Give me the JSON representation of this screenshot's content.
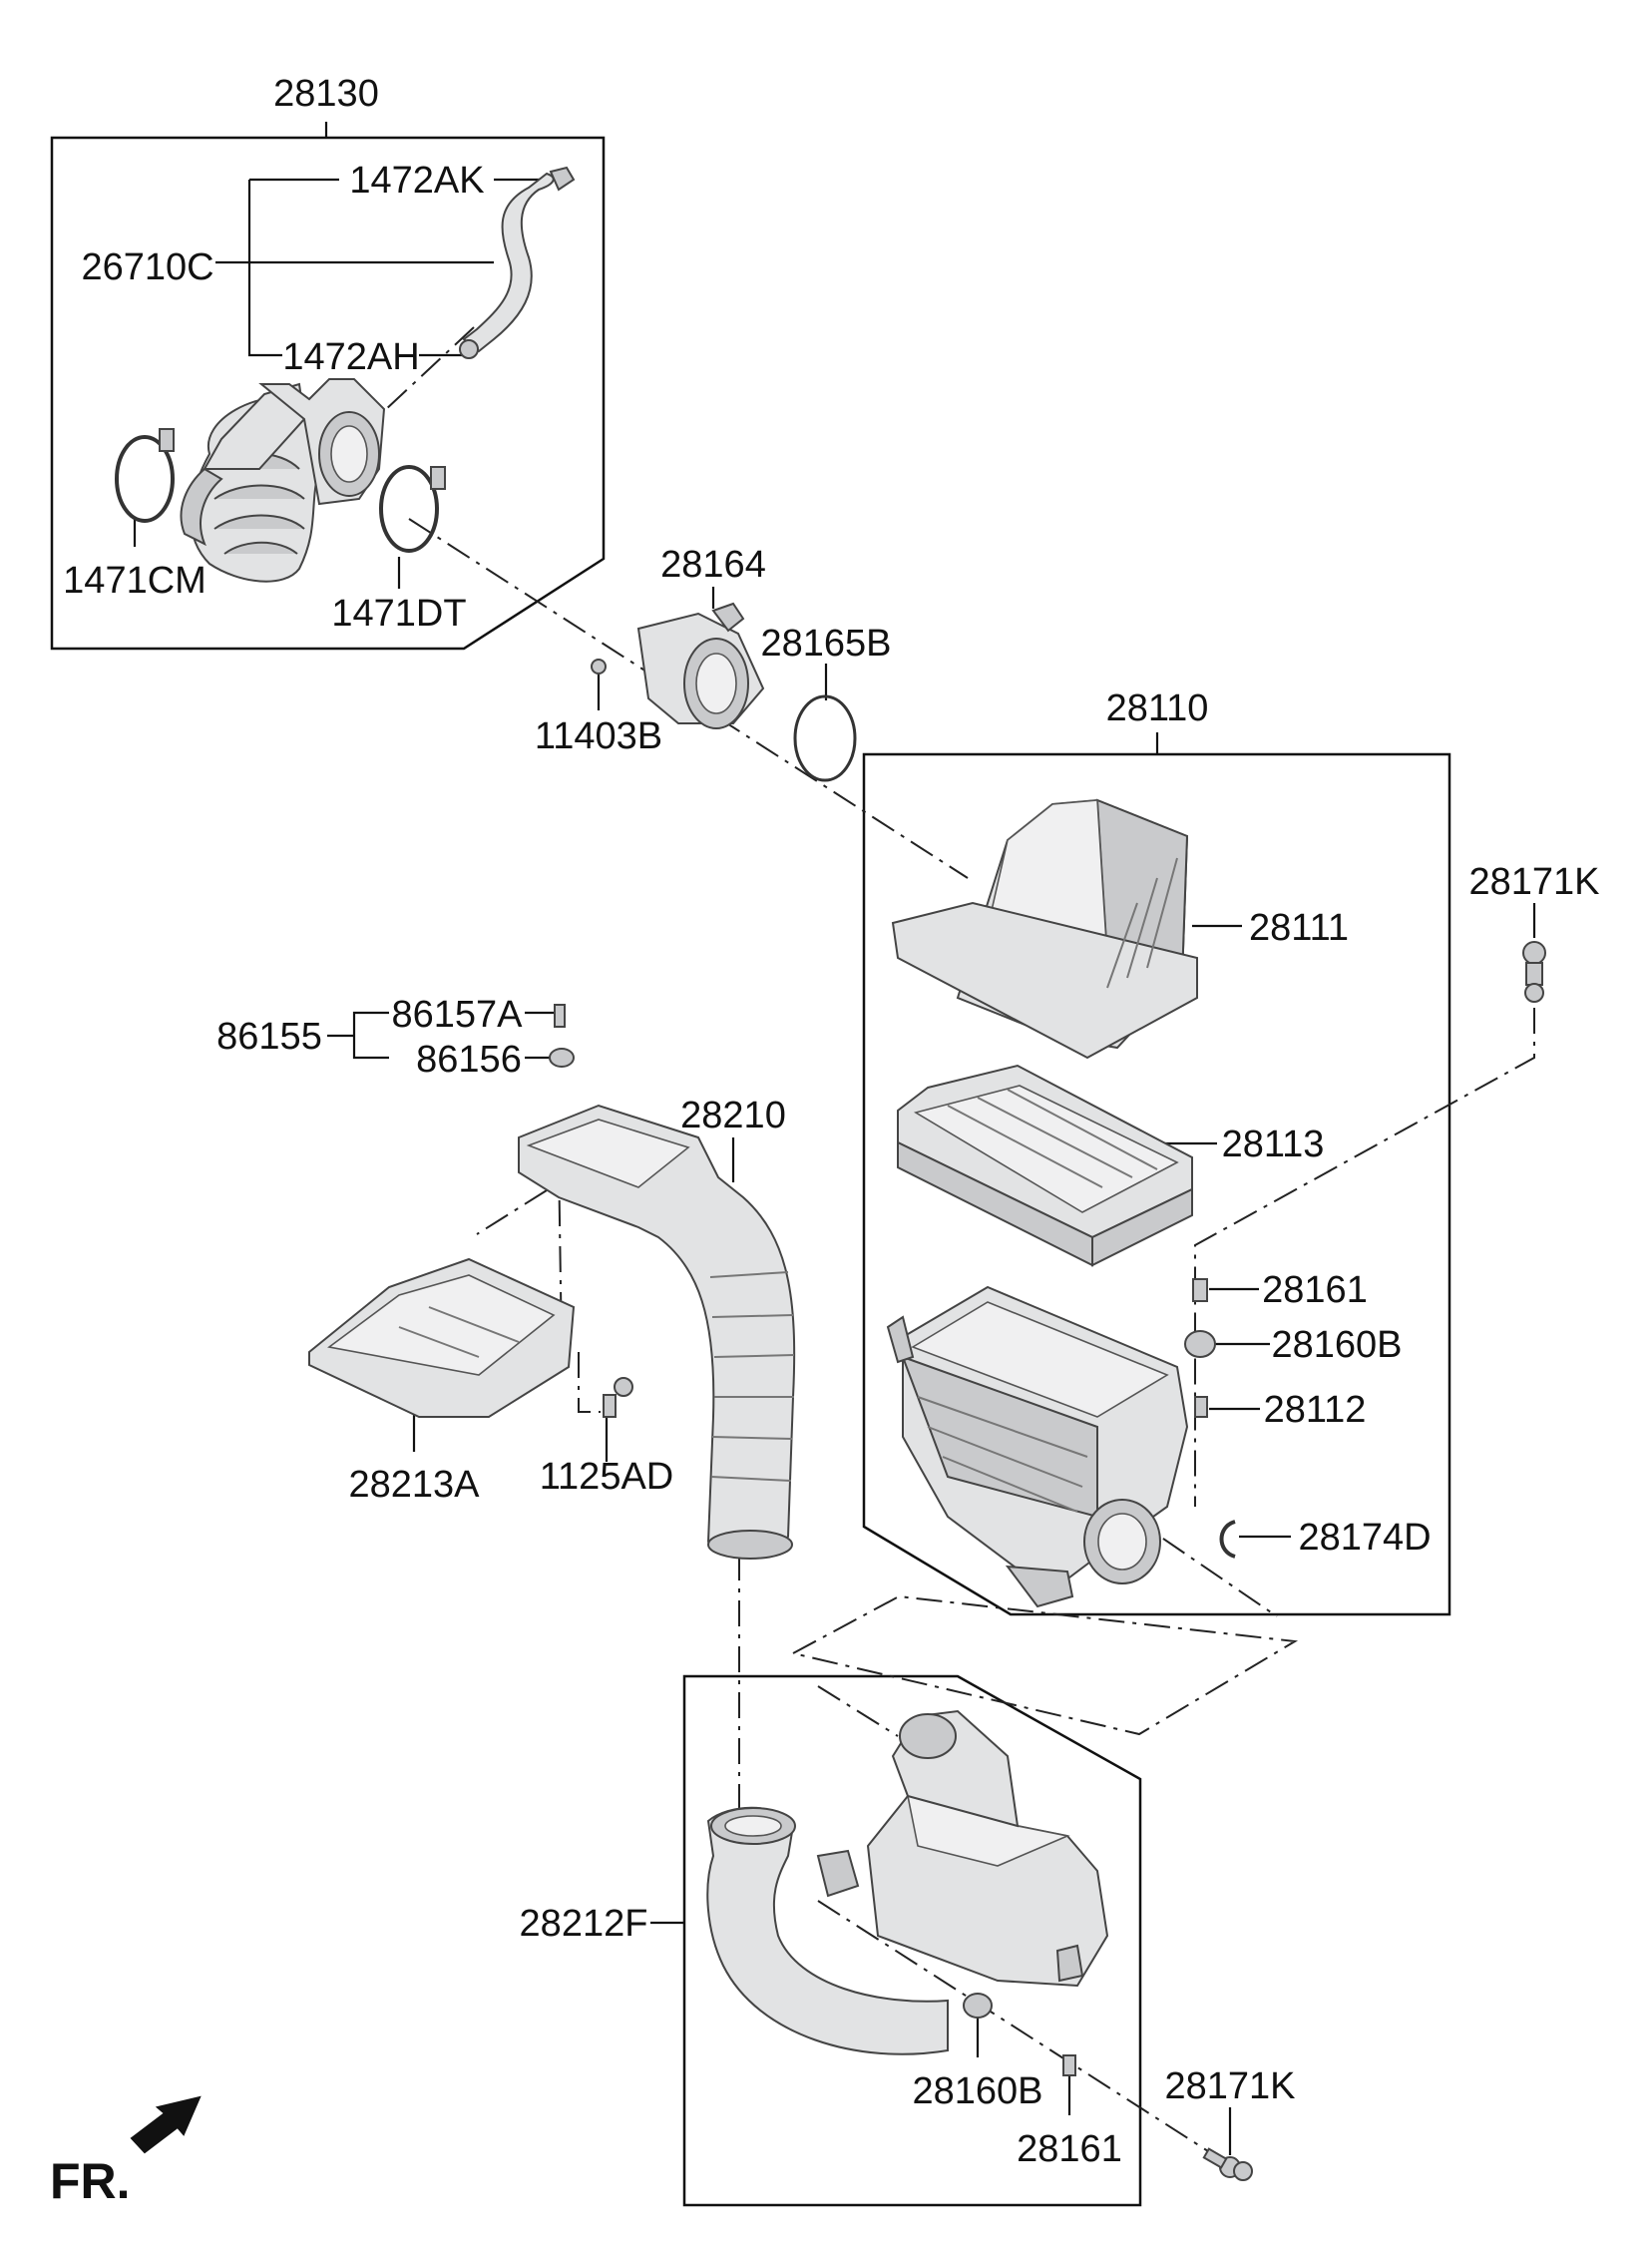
{
  "labels": {
    "l28130": "28130",
    "l1472AK": "1472AK",
    "l26710C": "26710C",
    "l1472AH": "1472AH",
    "l1471CM": "1471CM",
    "l1471DT": "1471DT",
    "l28164": "28164",
    "l28165B": "28165B",
    "l11403B": "11403B",
    "l28110": "28110",
    "l28171K_top": "28171K",
    "l28111": "28111",
    "l86157A": "86157A",
    "l86155": "86155",
    "l86156": "86156",
    "l28210": "28210",
    "l28113": "28113",
    "l28161_top": "28161",
    "l28160B_top": "28160B",
    "l28112": "28112",
    "l28213A": "28213A",
    "l1125AD": "1125AD",
    "l28174D": "28174D",
    "l28212F": "28212F",
    "l28171K_bottom": "28171K",
    "l28160B_bottom": "28160B",
    "l28161_bottom": "28161",
    "fr": "FR."
  },
  "icons": {
    "direction": "front-arrow-icon"
  },
  "colors": {
    "line": "#111111",
    "part_fill": "#e2e3e4",
    "background": "#ffffff"
  }
}
